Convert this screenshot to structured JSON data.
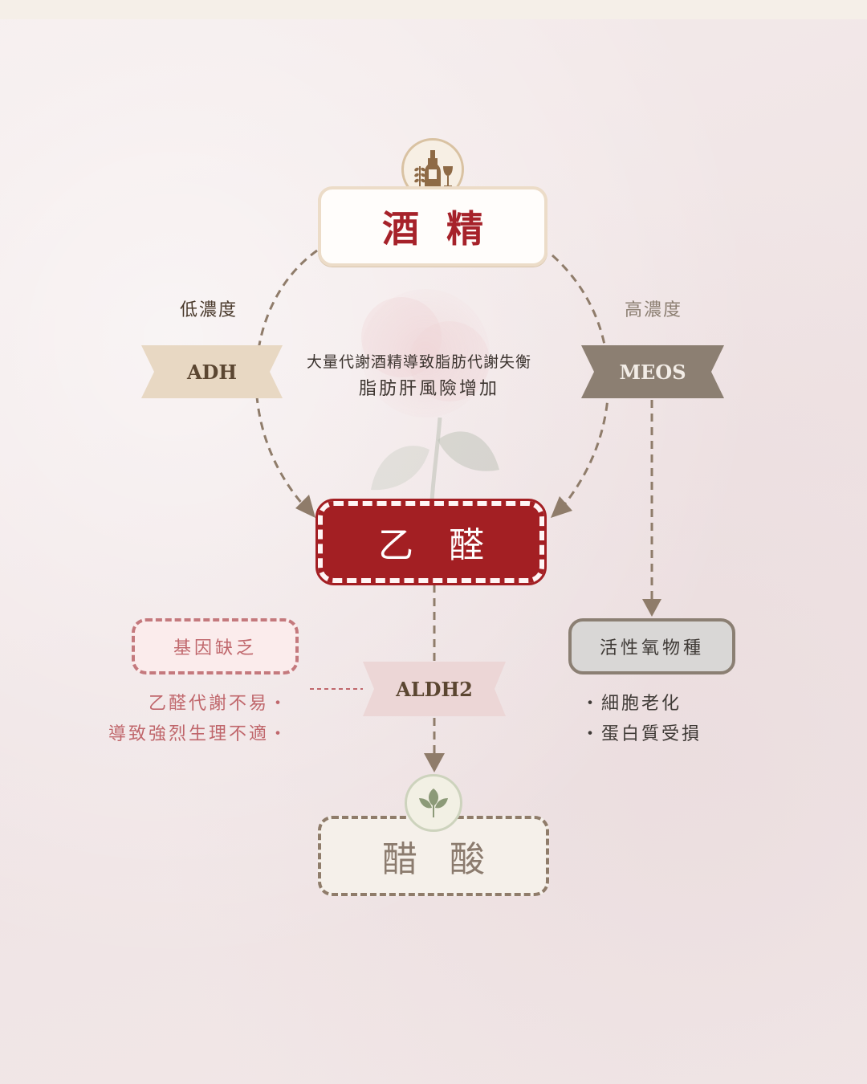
{
  "nodes": {
    "alcohol": "酒精",
    "acetaldehyde": "乙醛",
    "acetic_acid": "醋酸"
  },
  "branches": {
    "low_label": "低濃度",
    "high_label": "高濃度",
    "adh": "ADH",
    "meos": "MEOS",
    "aldh2": "ALDH2"
  },
  "center_note": {
    "line1": "大量代謝酒精導致脂肪代謝失衡",
    "line2": "脂肪肝風險增加"
  },
  "gene": {
    "label": "基因缺乏",
    "lines": [
      "乙醛代謝不易・",
      "導致強烈生理不適・"
    ]
  },
  "ros": {
    "label": "活性氧物種",
    "lines": [
      "・細胞老化",
      "・蛋白質受損"
    ]
  },
  "icons": {
    "top": "wine-bottle-glass-wheat-icon",
    "bottom": "leaf-icon"
  },
  "colors": {
    "alcohol_text": "#a6222a",
    "acetaldehyde_fill": "#a31f23",
    "adh_ribbon": "#e8d8c3",
    "meos_ribbon": "#8c7f72",
    "aldh2_ribbon": "#ecd6d6",
    "gene_text": "#c0676c",
    "arrow": "#8f7c6a"
  }
}
